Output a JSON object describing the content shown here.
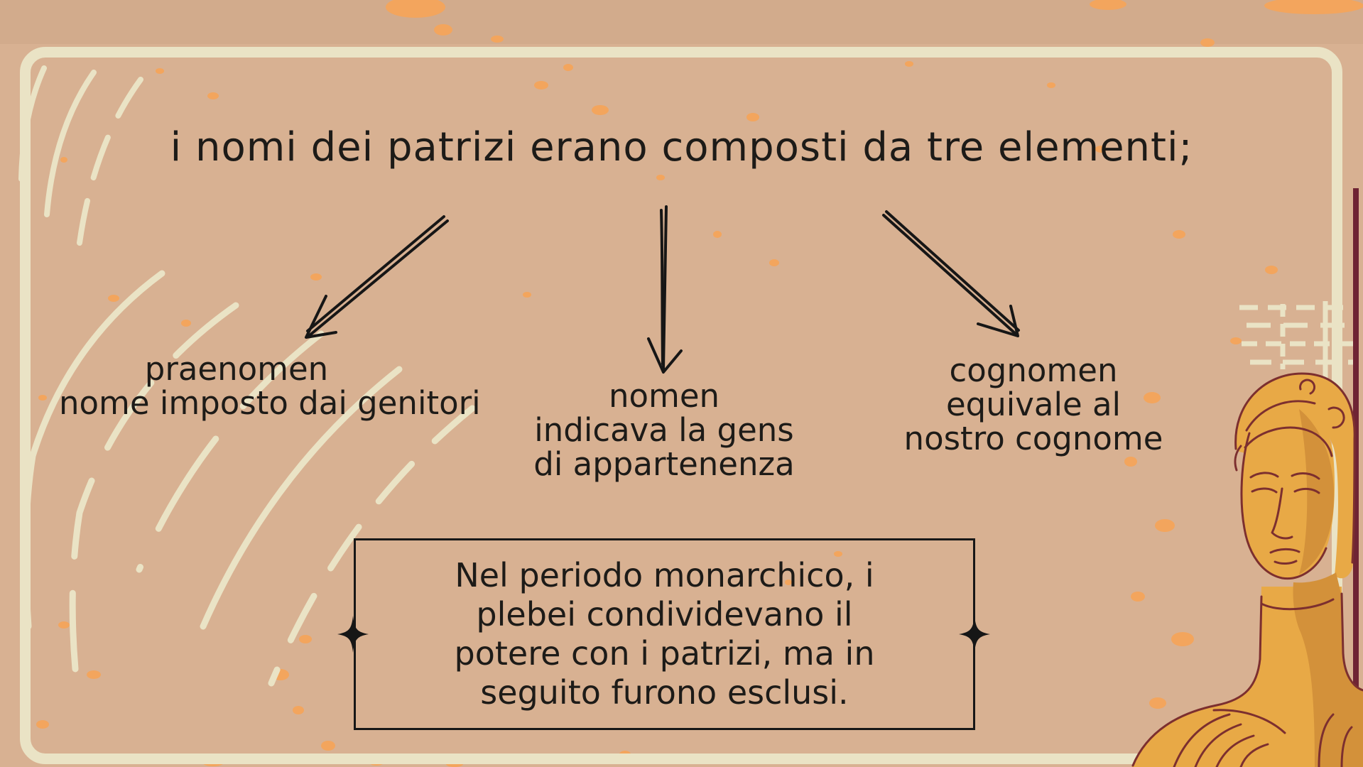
{
  "slide": {
    "title": "i nomi dei patrizi erano composti da tre elementi;",
    "branches": [
      {
        "id": "praenomen",
        "lines": [
          "praenomen",
          "nome imposto dai genitori"
        ]
      },
      {
        "id": "nomen",
        "lines": [
          "nomen",
          "indicava la gens",
          "di appartenenza"
        ]
      },
      {
        "id": "cognomen",
        "lines": [
          "cognomen",
          "equivale al",
          "nostro cognome"
        ]
      }
    ],
    "note": {
      "lines": [
        "Nel periodo monarchico, i",
        "plebei condividevano il",
        "potere con i patrizi, ma in",
        "seguito furono esclusi."
      ]
    },
    "icons": {
      "sparkle": "✦",
      "arrows": [
        "arrow-down-left",
        "arrow-down",
        "arrow-down-right"
      ]
    },
    "colors": {
      "background": "#d8b192",
      "frame_cream": "#eae3c5",
      "text": "#1d1b18",
      "speckle_orange": "#f3a55d",
      "statue_gold": "#e8a946",
      "statue_shadow": "#d3913a",
      "statue_outline": "#7c2f2f",
      "edge_line": "#6f2434"
    }
  }
}
